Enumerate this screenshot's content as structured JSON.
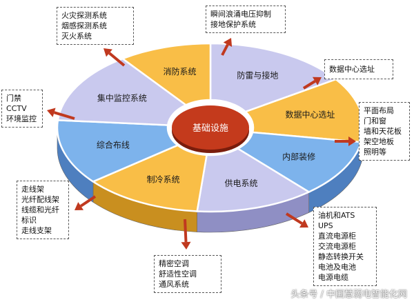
{
  "colors": {
    "yellow": "#F9BE47",
    "yellow_side": "#C98F1F",
    "blue": "#7DB3EC",
    "blue_side": "#4E7FBF",
    "lavender": "#C9C9EE",
    "lavender_side": "#8F8FC4",
    "center": "#C43A1C",
    "arrow": "#C0391F"
  },
  "center": {
    "label": "基础设施"
  },
  "segments": [
    {
      "id": "lightning",
      "label": "防雷与接地",
      "color": "lavender"
    },
    {
      "id": "datacenter-site",
      "label": "数据中心选址",
      "color": "yellow"
    },
    {
      "id": "interior",
      "label": "内部装修",
      "color": "blue"
    },
    {
      "id": "power",
      "label": "供电系统",
      "color": "lavender"
    },
    {
      "id": "cooling",
      "label": "制冷系统",
      "color": "yellow"
    },
    {
      "id": "cabling",
      "label": "综合布线",
      "color": "blue"
    },
    {
      "id": "monitoring",
      "label": "集中监控系统",
      "color": "lavender"
    },
    {
      "id": "fire",
      "label": "消防系统",
      "color": "yellow"
    }
  ],
  "boxes": [
    {
      "id": "fire",
      "lines": [
        "火灾探测系统",
        "烟感探测系统",
        "灭火系统"
      ]
    },
    {
      "id": "lightning",
      "lines": [
        "瞬间浪涌电压抑制",
        "接地保护系统"
      ]
    },
    {
      "id": "datacenter-site",
      "lines": [
        "数据中心选址"
      ]
    },
    {
      "id": "monitoring",
      "lines": [
        "门禁",
        "CCTV",
        "环境监控"
      ]
    },
    {
      "id": "interior",
      "lines": [
        "平面布局",
        "门和窗",
        "墙和天花板",
        "架空地板",
        "照明等"
      ]
    },
    {
      "id": "cabling",
      "lines": [
        "走线架",
        "光纤配线架",
        "线缆和光纤",
        "标识",
        "走线支架"
      ]
    },
    {
      "id": "cooling",
      "lines": [
        "精密空调",
        "舒适性空调",
        "通风系统"
      ]
    },
    {
      "id": "power",
      "lines": [
        "油机和ATS",
        "UPS",
        "直流电源柜",
        "交流电源柜",
        "静态转换开关",
        "电池及电池",
        "电源电缆"
      ]
    }
  ],
  "watermark": "头条号 / 中国慧弱电智能化网"
}
